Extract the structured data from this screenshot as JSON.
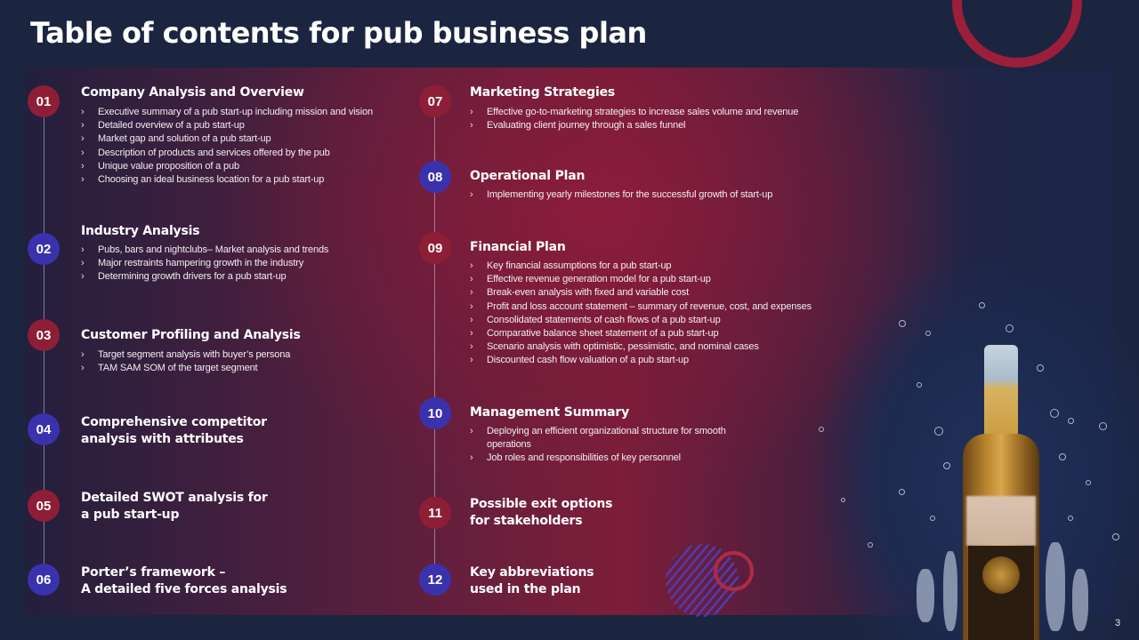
{
  "slide": {
    "title": "Table of contents for pub business plan",
    "page_number": "3"
  },
  "colors": {
    "background": "#1b2540",
    "accent_red": "#8e1e36",
    "accent_blue": "#3a32ad",
    "ring_red": "#9b1f3a"
  },
  "sections": [
    {
      "number": "01",
      "color": "red",
      "title": "Company Analysis and Overview",
      "bullets": [
        "Executive summary of a pub start-up including mission and vision",
        "Detailed overview of a pub start-up",
        "Market gap and solution of a pub start-up",
        "Description of products and services offered by the pub",
        "Unique value proposition of a pub",
        "Choosing an ideal business location for a pub start-up"
      ]
    },
    {
      "number": "02",
      "color": "blue",
      "title": "Industry Analysis",
      "bullets": [
        "Pubs, bars and nightclubs– Market analysis and trends",
        "Major restraints hampering growth in the industry",
        "Determining growth drivers for a pub start-up"
      ]
    },
    {
      "number": "03",
      "color": "red",
      "title": "Customer Profiling and Analysis",
      "bullets": [
        "Target segment analysis with buyer’s persona",
        "TAM  SAM  SOM  of the target segment"
      ]
    },
    {
      "number": "04",
      "color": "blue",
      "title_line1": "Comprehensive competitor",
      "title_line2": "analysis with attributes"
    },
    {
      "number": "05",
      "color": "red",
      "title_line1": "Detailed SWOT analysis for",
      "title_line2": "a pub start-up"
    },
    {
      "number": "06",
      "color": "blue",
      "title_line1": "Porter’s framework –",
      "title_line2": "A detailed five forces analysis"
    },
    {
      "number": "07",
      "color": "red",
      "title": "Marketing Strategies",
      "bullets": [
        "Effective go-to-marketing strategies to increase sales volume and revenue",
        "Evaluating client journey through a sales funnel"
      ]
    },
    {
      "number": "08",
      "color": "blue",
      "title": "Operational Plan",
      "bullets": [
        "Implementing yearly milestones for the successful growth of start-up"
      ]
    },
    {
      "number": "09",
      "color": "red",
      "title": "Financial Plan",
      "bullets": [
        "Key financial assumptions for a pub start-up",
        "Effective revenue generation model for a pub start-up",
        "Break-even analysis with fixed and variable cost",
        "Profit and loss account statement – summary of revenue, cost, and expenses",
        "Consolidated statements of cash flows of a pub start-up",
        "Comparative balance sheet statement of a  pub start-up",
        "Scenario analysis with optimistic, pessimistic, and nominal cases",
        "Discounted cash flow valuation of a pub start-up"
      ]
    },
    {
      "number": "10",
      "color": "blue",
      "title": "Management Summary",
      "bullets": [
        "Deploying an efficient organizational structure for smooth operations",
        "Job roles and responsibilities of key personnel"
      ]
    },
    {
      "number": "11",
      "color": "red",
      "title_line1": "Possible exit options",
      "title_line2": "for stakeholders"
    },
    {
      "number": "12",
      "color": "blue",
      "title_line1": "Key abbreviations",
      "title_line2": "used in the plan"
    }
  ],
  "images": {
    "bottle": "beer-bottle-splash-photo"
  }
}
